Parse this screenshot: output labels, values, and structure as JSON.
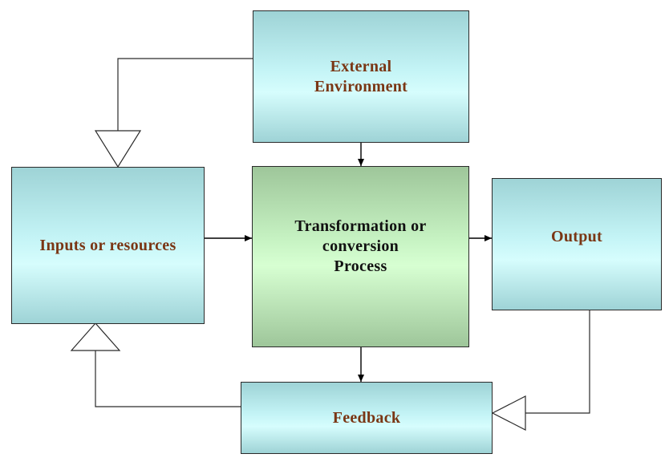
{
  "diagram": {
    "external_environment": "External\nEnvironment",
    "inputs": "Inputs or resources",
    "transformation": "Transformation or\nconversion\nProcess",
    "output": "Output",
    "feedback": "Feedback"
  },
  "colors": {
    "box_text_brown": "#7a3614",
    "box_text_black": "#111111",
    "cyan_fill": "#c4f4f6",
    "green_fill": "#c8f4c4",
    "line": "#2a2a2a"
  }
}
